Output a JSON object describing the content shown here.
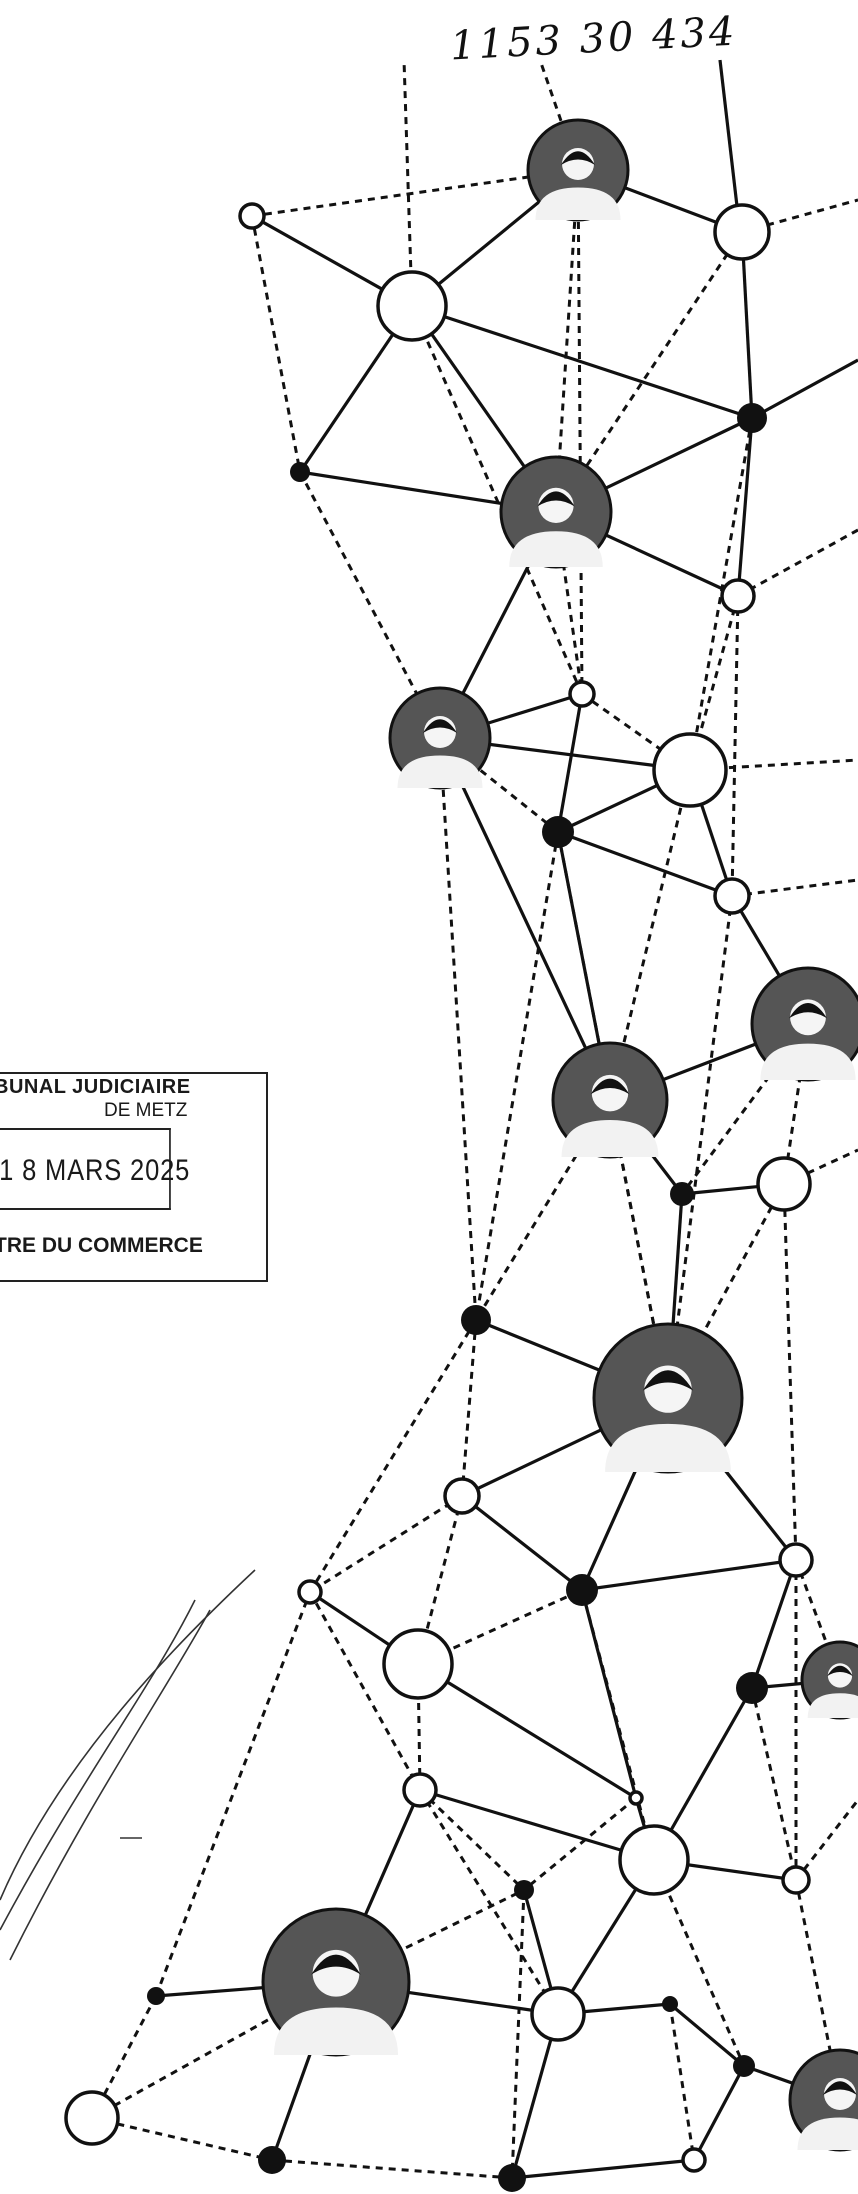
{
  "document": {
    "reference_handwritten": "1153 30 434",
    "stamp": {
      "court_line": "BUNAL JUDICIAIRE",
      "city_line": "DE METZ",
      "date": "1 8 MARS 2025",
      "registry_line": "TRE DU COMMERCE"
    },
    "illustration": "network-of-people"
  }
}
